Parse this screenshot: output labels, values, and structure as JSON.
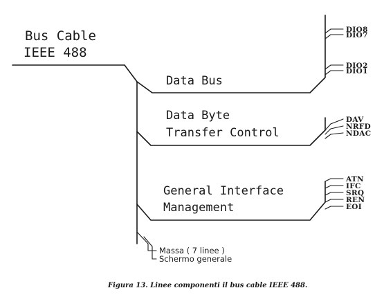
{
  "cable": {
    "title_line1": "Bus Cable",
    "title_line2": "IEEE 488"
  },
  "groups": {
    "data_bus": {
      "label": "Data Bus",
      "signals": [
        "DIO8",
        "DIO7",
        "DIO2",
        "DIO1"
      ]
    },
    "transfer_control": {
      "label_line1": "Data Byte",
      "label_line2": "Transfer Control",
      "signals": [
        "DAV",
        "NRFD",
        "NDAC"
      ]
    },
    "management": {
      "label_line1": "General Interface",
      "label_line2": "Management",
      "signals": [
        "ATN",
        "IFC",
        "SRQ",
        "REN",
        "EOI"
      ]
    }
  },
  "ground": {
    "massa": "Massa ( 7 linee )",
    "schermo": "Schermo generale"
  },
  "caption": "Figura 13. Linee componenti il bus cable IEEE 488."
}
